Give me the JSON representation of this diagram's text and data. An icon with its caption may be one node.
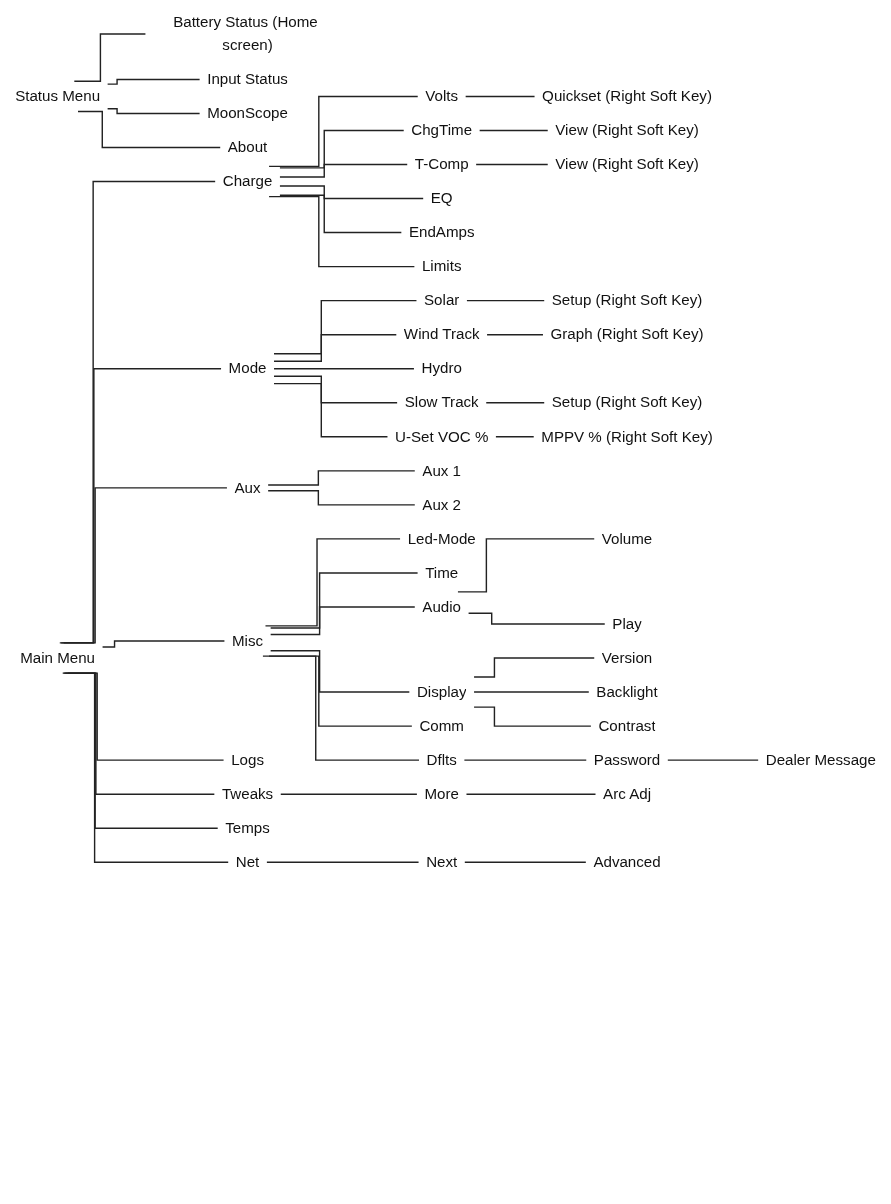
{
  "diagram": {
    "nodes": [
      {
        "text": [
          "Status Menu"
        ]
      },
      {
        "text": [
          "Battery Status (Home screen)"
        ]
      },
      {
        "text": [
          "Input Status"
        ]
      },
      {
        "text": [
          "MoonScope"
        ]
      },
      {
        "text": [
          "About"
        ]
      },
      {
        "text": [
          "Main Menu"
        ]
      },
      {
        "text": [
          "Charge"
        ]
      },
      {
        "text": [
          "Volts"
        ]
      },
      {
        "text": [
          "Quickset (Right Soft Key)"
        ]
      },
      {
        "text": [
          "ChgTime"
        ]
      },
      {
        "text": [
          "View (Right Soft Key)"
        ]
      },
      {
        "text": [
          "T-Comp"
        ]
      },
      {
        "text": [
          "View (Right Soft Key)"
        ]
      },
      {
        "text": [
          "EQ"
        ]
      },
      {
        "text": [
          "EndAmps"
        ]
      },
      {
        "text": [
          "Limits"
        ]
      },
      {
        "text": [
          "Mode"
        ]
      },
      {
        "text": [
          "Solar"
        ]
      },
      {
        "text": [
          "Setup (Right Soft Key)"
        ]
      },
      {
        "text": [
          "Wind Track"
        ]
      },
      {
        "text": [
          "Graph (Right Soft Key)"
        ]
      },
      {
        "text": [
          "Hydro"
        ]
      },
      {
        "text": [
          "Slow Track"
        ]
      },
      {
        "text": [
          "Setup (Right Soft Key)"
        ]
      },
      {
        "text": [
          "U-Set VOC %"
        ]
      },
      {
        "text": [
          "MPPV % (Right Soft Key)"
        ]
      },
      {
        "text": [
          "Aux"
        ]
      },
      {
        "text": [
          "Aux 1"
        ]
      },
      {
        "text": [
          "Aux 2"
        ]
      },
      {
        "text": [
          "Misc"
        ]
      },
      {
        "text": [
          "Led-Mode"
        ]
      },
      {
        "text": [
          "Time"
        ]
      },
      {
        "text": [
          "Audio"
        ]
      },
      {
        "text": [
          "Volume"
        ]
      },
      {
        "text": [
          "Play"
        ]
      },
      {
        "text": [
          "Display"
        ]
      },
      {
        "text": [
          "Version"
        ]
      },
      {
        "text": [
          "Backlight"
        ]
      },
      {
        "text": [
          "Contrast"
        ]
      },
      {
        "text": [
          "Comm"
        ]
      },
      {
        "text": [
          "Dflts"
        ]
      },
      {
        "text": [
          "Password"
        ]
      },
      {
        "text": [
          "Dealer Message"
        ]
      },
      {
        "text": [
          "Logs"
        ]
      },
      {
        "text": [
          "Tweaks"
        ]
      },
      {
        "text": [
          "More"
        ]
      },
      {
        "text": [
          "Arc Adj"
        ]
      },
      {
        "text": [
          "Temps"
        ]
      },
      {
        "text": [
          "Net"
        ]
      },
      {
        "text": [
          "Next"
        ]
      },
      {
        "text": [
          "Advanced"
        ]
      }
    ],
    "edges": [
      {
        "from": 0,
        "to": 1,
        "arrow": "none"
      },
      {
        "from": 0,
        "to": 2,
        "arrow": "none"
      },
      {
        "from": 0,
        "to": 3,
        "arrow": "none"
      },
      {
        "from": 0,
        "to": 4,
        "arrow": "none"
      },
      {
        "from": 5,
        "to": 6,
        "arrow": "none"
      },
      {
        "from": 6,
        "to": 7,
        "arrow": "none"
      },
      {
        "from": 7,
        "to": 8,
        "arrow": "none"
      },
      {
        "from": 6,
        "to": 9,
        "arrow": "none"
      },
      {
        "from": 9,
        "to": 10,
        "arrow": "none"
      },
      {
        "from": 6,
        "to": 11,
        "arrow": "none"
      },
      {
        "from": 11,
        "to": 12,
        "arrow": "none"
      },
      {
        "from": 6,
        "to": 13,
        "arrow": "none"
      },
      {
        "from": 6,
        "to": 14,
        "arrow": "none"
      },
      {
        "from": 6,
        "to": 15,
        "arrow": "none"
      },
      {
        "from": 5,
        "to": 16,
        "arrow": "none"
      },
      {
        "from": 16,
        "to": 17,
        "arrow": "none"
      },
      {
        "from": 17,
        "to": 18,
        "arrow": "none"
      },
      {
        "from": 16,
        "to": 19,
        "arrow": "none"
      },
      {
        "from": 19,
        "to": 20,
        "arrow": "none"
      },
      {
        "from": 16,
        "to": 21,
        "arrow": "none"
      },
      {
        "from": 16,
        "to": 22,
        "arrow": "none"
      },
      {
        "from": 22,
        "to": 23,
        "arrow": "none"
      },
      {
        "from": 16,
        "to": 24,
        "arrow": "none"
      },
      {
        "from": 24,
        "to": 25,
        "arrow": "none"
      },
      {
        "from": 5,
        "to": 26,
        "arrow": "none"
      },
      {
        "from": 26,
        "to": 27,
        "arrow": "none"
      },
      {
        "from": 26,
        "to": 28,
        "arrow": "none"
      },
      {
        "from": 5,
        "to": 29,
        "arrow": "none"
      },
      {
        "from": 29,
        "to": 30,
        "arrow": "none"
      },
      {
        "from": 29,
        "to": 31,
        "arrow": "none"
      },
      {
        "from": 29,
        "to": 32,
        "arrow": "none"
      },
      {
        "from": 32,
        "to": 33,
        "arrow": "none"
      },
      {
        "from": 32,
        "to": 34,
        "arrow": "none"
      },
      {
        "from": 29,
        "to": 35,
        "arrow": "none"
      },
      {
        "from": 35,
        "to": 36,
        "arrow": "none"
      },
      {
        "from": 35,
        "to": 37,
        "arrow": "none"
      },
      {
        "from": 35,
        "to": 38,
        "arrow": "none"
      },
      {
        "from": 29,
        "to": 39,
        "arrow": "none"
      },
      {
        "from": 29,
        "to": 40,
        "arrow": "none"
      },
      {
        "from": 40,
        "to": 41,
        "arrow": "none"
      },
      {
        "from": 41,
        "to": 42,
        "arrow": "none"
      },
      {
        "from": 5,
        "to": 43,
        "arrow": "none"
      },
      {
        "from": 5,
        "to": 44,
        "arrow": "none"
      },
      {
        "from": 44,
        "to": 45,
        "arrow": "none"
      },
      {
        "from": 45,
        "to": 46,
        "arrow": "none"
      },
      {
        "from": 5,
        "to": 47,
        "arrow": "none"
      },
      {
        "from": 5,
        "to": 48,
        "arrow": "none"
      },
      {
        "from": 48,
        "to": 49,
        "arrow": "none"
      },
      {
        "from": 49,
        "to": 50,
        "arrow": "none"
      }
    ]
  }
}
